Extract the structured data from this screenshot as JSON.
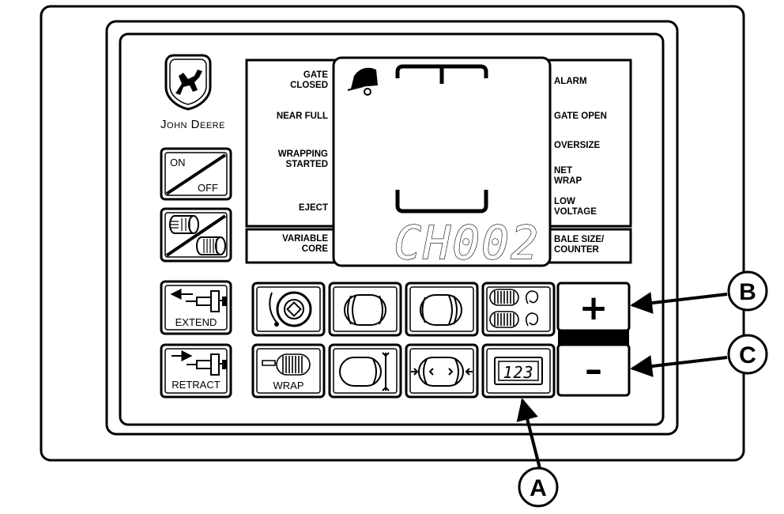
{
  "brand": {
    "name": "John Deere"
  },
  "power_button": {
    "on_label": "ON",
    "off_label": "OFF"
  },
  "left_indicators": [
    {
      "label": "GATE\nCLOSED"
    },
    {
      "label": "NEAR FULL"
    },
    {
      "label": "WRAPPING\nSTARTED"
    },
    {
      "label": "EJECT"
    },
    {
      "label": "VARIABLE\nCORE"
    }
  ],
  "right_indicators": [
    {
      "label": "ALARM"
    },
    {
      "label": "GATE OPEN"
    },
    {
      "label": "OVERSIZE"
    },
    {
      "label": "NET\nWRAP"
    },
    {
      "label": "LOW\nVOLTAGE"
    },
    {
      "label": "BALE SIZE/\nCOUNTER"
    }
  ],
  "display": {
    "readout": "CH002"
  },
  "buttons": {
    "extend_label": "EXTEND",
    "retract_label": "RETRACT",
    "wrap_label": "WRAP",
    "counter_digits": "123",
    "plus_symbol": "+",
    "minus_symbol": "–"
  },
  "callouts": {
    "a": "A",
    "b": "B",
    "c": "C"
  }
}
